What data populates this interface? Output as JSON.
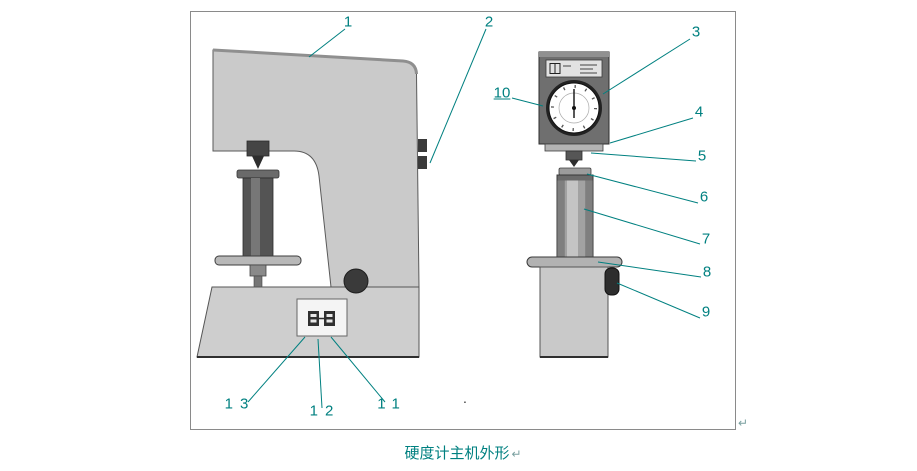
{
  "accent_color": "#008080",
  "caption": "硬度计主机外形",
  "paragraph_mark": "↵",
  "stray_period": ".",
  "callouts": [
    {
      "label": "1"
    },
    {
      "label": "2"
    },
    {
      "label": "3"
    },
    {
      "label": "4"
    },
    {
      "label": "5"
    },
    {
      "label": "6"
    },
    {
      "label": "7"
    },
    {
      "label": "8"
    },
    {
      "label": "9"
    },
    {
      "label": "10"
    },
    {
      "label": "11"
    },
    {
      "label": "12"
    },
    {
      "label": "13"
    }
  ]
}
